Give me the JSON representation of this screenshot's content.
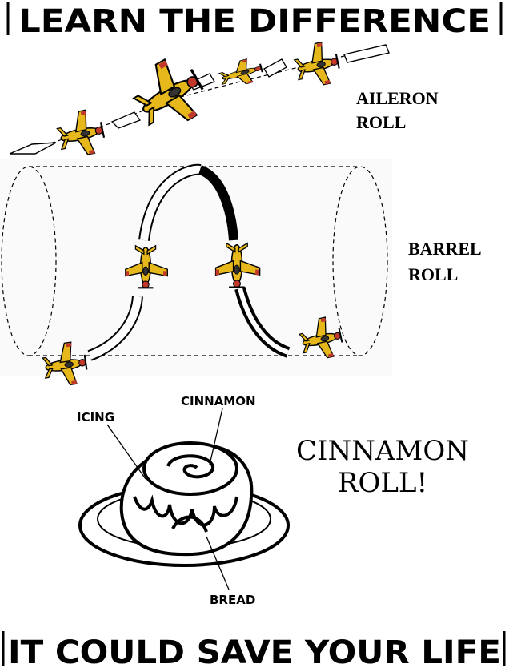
{
  "header": {
    "title": "LEARN THE DIFFERENCE"
  },
  "aileron": {
    "label_line1": "AILERON",
    "label_line2": "ROLL"
  },
  "barrel": {
    "label_line1": "BARREL",
    "label_line2": "ROLL"
  },
  "cinnamon": {
    "label_line1": "CINNAMON",
    "label_line2": "ROLL!",
    "callouts": {
      "icing": "ICING",
      "cinnamon": "CINNAMON",
      "bread": "BREAD"
    }
  },
  "footer": {
    "caption": "IT COULD SAVE YOUR LIFE"
  },
  "colors": {
    "plane_body": "#e6b81c",
    "plane_accent": "#c0392b",
    "ink": "#000000",
    "background": "#ffffff"
  }
}
